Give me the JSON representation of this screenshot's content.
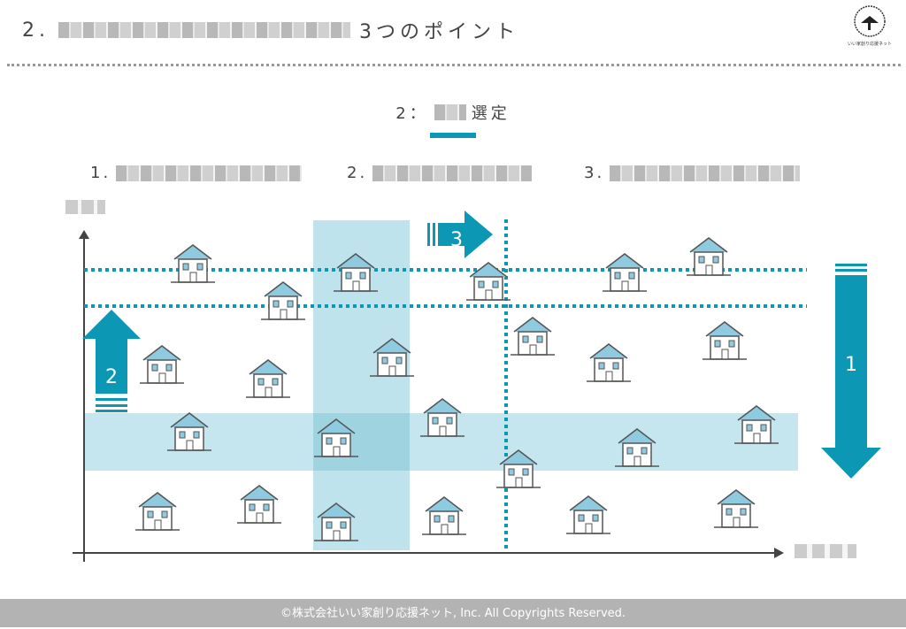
{
  "header": {
    "prefix": "2.",
    "suffix": "3つのポイント"
  },
  "logo": {
    "text": "いい家創り応援ネット"
  },
  "section": {
    "prefix": "2：",
    "suffix": "選定"
  },
  "points": [
    {
      "num": "1."
    },
    {
      "num": "2."
    },
    {
      "num": "3."
    }
  ],
  "arrows": [
    {
      "label": "1"
    },
    {
      "label": "2"
    },
    {
      "label": "3"
    }
  ],
  "footer": {
    "copyright": "©株式会社いい家創り応援ネット, Inc. All Copyrights Reserved."
  },
  "colors": {
    "accent": "#0c97b5",
    "band": "#bfe3ec"
  }
}
